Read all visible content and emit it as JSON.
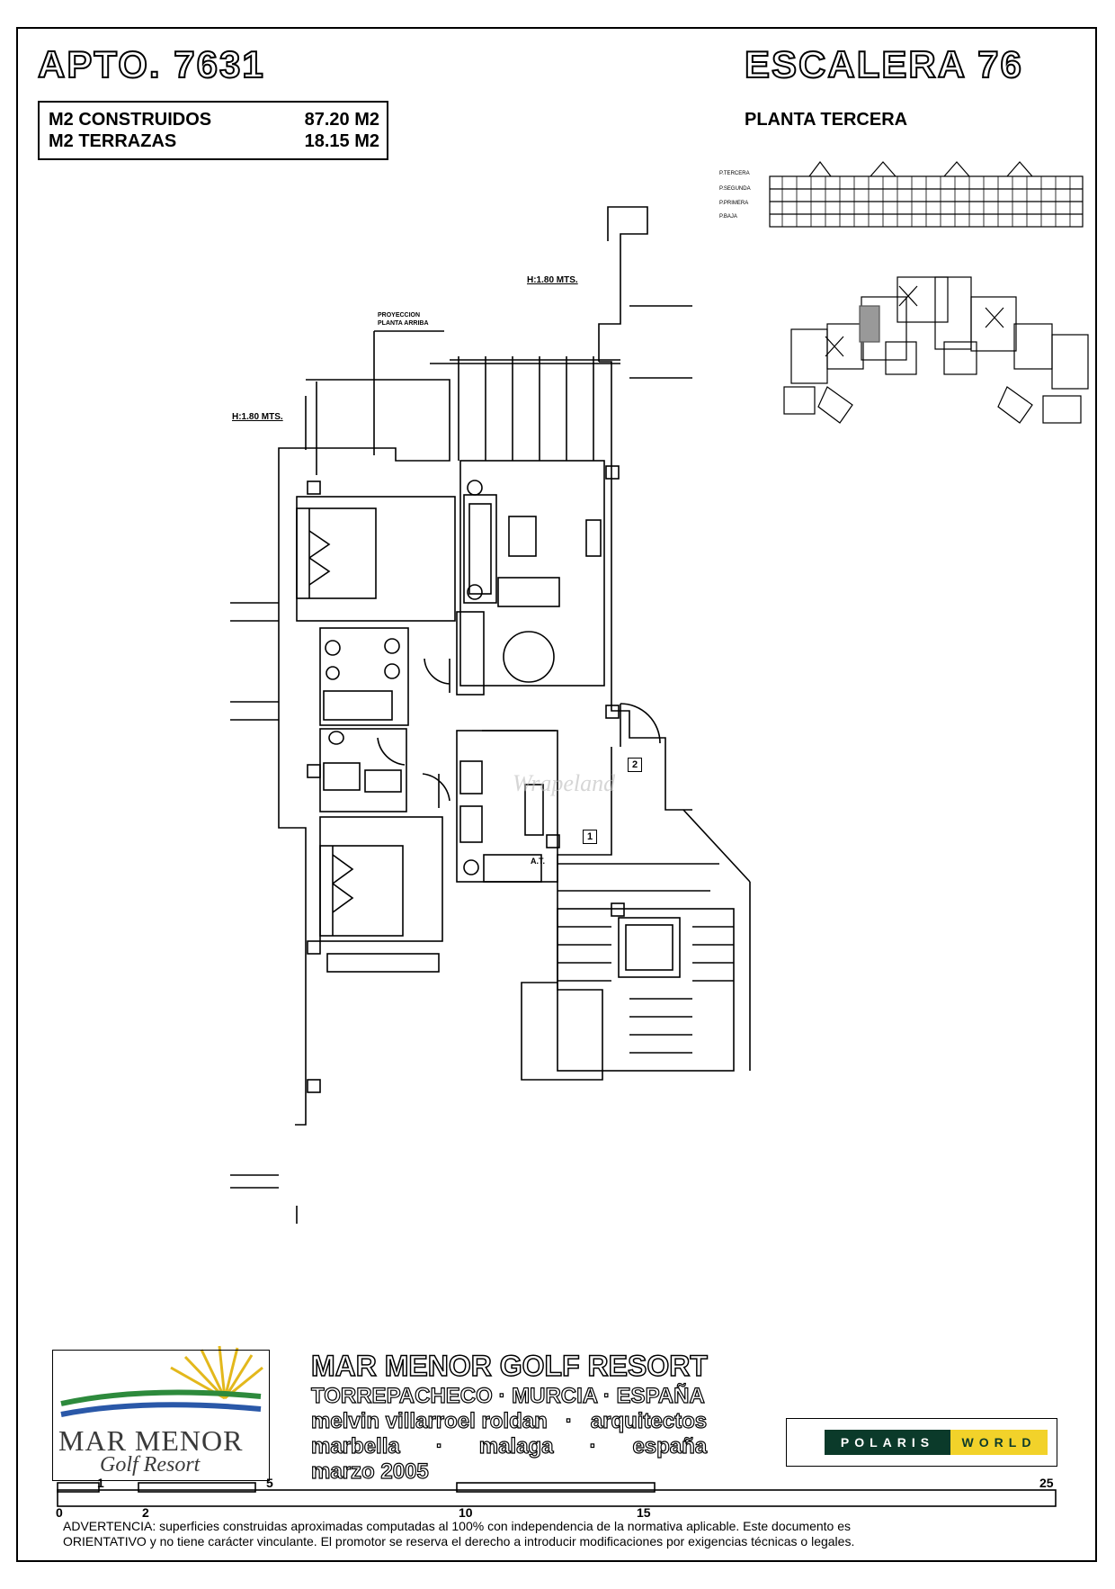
{
  "header": {
    "apartment": "APTO.  7631",
    "staircase": "ESCALERA  76",
    "floor": "PLANTA TERCERA"
  },
  "areas": [
    {
      "label": "M2 CONSTRUIDOS",
      "value": "87.20 M2"
    },
    {
      "label": "M2 TERRAZAS",
      "value": "18.15 M2"
    }
  ],
  "elevation_floors": [
    "P.TERCERA",
    "P.SEGUNDA",
    "P.PRIMERA",
    "P.BAJA"
  ],
  "plan": {
    "height_label_1": "H:1.80  MTS.",
    "height_label_2": "H:1.80  MTS.",
    "projection_1": "PROYECCION",
    "projection_2": "PLANTA ARRIBA",
    "marker_1": "1",
    "marker_2": "2",
    "appliance": "A.T.",
    "watermark": "Wrapeland"
  },
  "footer": {
    "logo_top": "MAR MENOR",
    "logo_bottom": "Golf Resort",
    "resort": "MAR MENOR GOLF RESORT",
    "location": "TORREPACHECO · MURCIA · ESPAÑA",
    "architect": "melvin villarroel roldan   ·   arquitectos",
    "city": "marbella      ·      malaga      ·      españa",
    "date": "marzo 2005",
    "brand_1": "POLARIS",
    "brand_2": "WORLD",
    "scale": [
      "0",
      "1",
      "2",
      "5",
      "10",
      "15",
      "25"
    ],
    "warning_1": "ADVERTENCIA: superficies construidas aproximadas computadas al 100% con independencia de la normativa aplicable. Este documento es",
    "warning_2": "ORIENTATIVO y no tiene carácter vinculante. El promotor se reserva el derecho a introducir modificaciones por exigencias técnicas o legales."
  }
}
